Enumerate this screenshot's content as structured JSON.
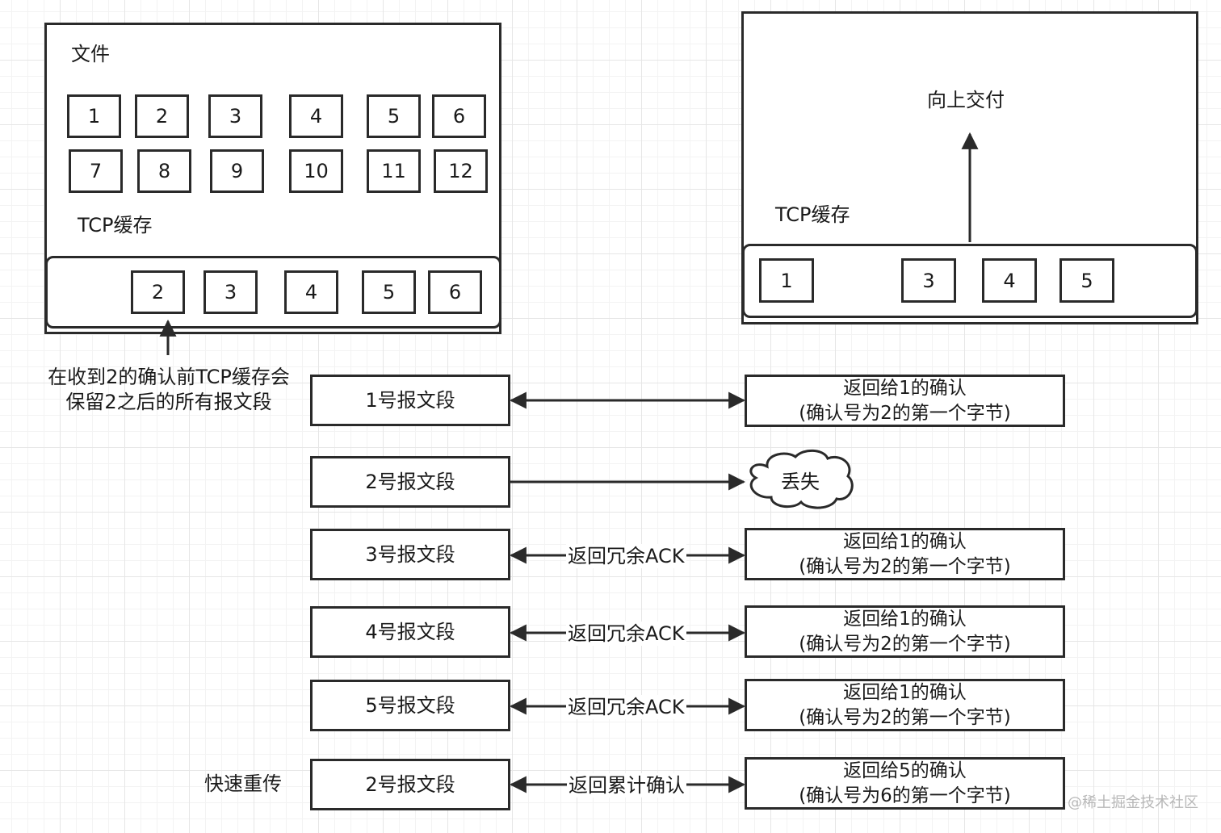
{
  "sender": {
    "file_label": "文件",
    "file_segments": [
      "1",
      "2",
      "3",
      "4",
      "5",
      "6",
      "7",
      "8",
      "9",
      "10",
      "11",
      "12"
    ],
    "buffer_label": "TCP缓存",
    "buffer_segments": [
      "2",
      "3",
      "4",
      "5",
      "6"
    ],
    "note_line1": "在收到2的确认前TCP缓存会",
    "note_line2": "保留2之后的所有报文段"
  },
  "receiver": {
    "deliver_label": "向上交付",
    "buffer_label": "TCP缓存",
    "buffer_segments": [
      "1",
      "3",
      "4",
      "5"
    ]
  },
  "rows": [
    {
      "segment": "1号报文段",
      "middle": "",
      "ack_line1": "返回给1的确认",
      "ack_line2": "(确认号为2的第一个字节)"
    },
    {
      "segment": "2号报文段",
      "lost": "丢失"
    },
    {
      "segment": "3号报文段",
      "middle": "返回冗余ACK",
      "ack_line1": "返回给1的确认",
      "ack_line2": "(确认号为2的第一个字节)"
    },
    {
      "segment": "4号报文段",
      "middle": "返回冗余ACK",
      "ack_line1": "返回给1的确认",
      "ack_line2": "(确认号为2的第一个字节)"
    },
    {
      "segment": "5号报文段",
      "middle": "返回冗余ACK",
      "ack_line1": "返回给1的确认",
      "ack_line2": "(确认号为2的第一个字节)"
    },
    {
      "segment": "2号报文段",
      "middle": "返回累计确认",
      "ack_line1": "返回给5的确认",
      "ack_line2": "(确认号为6的第一个字节)",
      "side_label": "快速重传"
    }
  ],
  "watermark": "@稀土掘金技术社区"
}
